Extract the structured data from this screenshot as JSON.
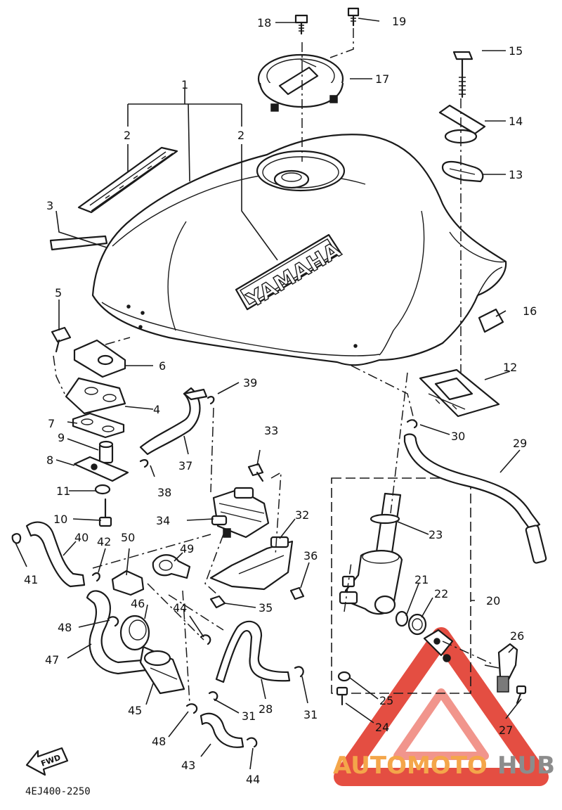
{
  "diagram": {
    "emblem_text": "YAMAHA",
    "forward_label": "FWD",
    "drawing_code": "4EJ400-2250",
    "watermark": {
      "part1": "AUTOMOTO",
      "part2": "HUB",
      "color1": "#f4a64a",
      "color2": "#8c8c8c",
      "logo_color": "#e23b2e"
    },
    "callouts": [
      {
        "id": "c1",
        "label": "1"
      },
      {
        "id": "c2a",
        "label": "2"
      },
      {
        "id": "c2b",
        "label": "2"
      },
      {
        "id": "c3",
        "label": "3"
      },
      {
        "id": "c4",
        "label": "4"
      },
      {
        "id": "c5",
        "label": "5"
      },
      {
        "id": "c6",
        "label": "6"
      },
      {
        "id": "c7",
        "label": "7"
      },
      {
        "id": "c8",
        "label": "8"
      },
      {
        "id": "c9",
        "label": "9"
      },
      {
        "id": "c10",
        "label": "10"
      },
      {
        "id": "c11",
        "label": "11"
      },
      {
        "id": "c12",
        "label": "12"
      },
      {
        "id": "c13",
        "label": "13"
      },
      {
        "id": "c14",
        "label": "14"
      },
      {
        "id": "c15",
        "label": "15"
      },
      {
        "id": "c16",
        "label": "16"
      },
      {
        "id": "c17",
        "label": "17"
      },
      {
        "id": "c18",
        "label": "18"
      },
      {
        "id": "c19",
        "label": "19"
      },
      {
        "id": "c20",
        "label": "20"
      },
      {
        "id": "c21",
        "label": "21"
      },
      {
        "id": "c22",
        "label": "22"
      },
      {
        "id": "c23",
        "label": "23"
      },
      {
        "id": "c24",
        "label": "24"
      },
      {
        "id": "c25",
        "label": "25"
      },
      {
        "id": "c26",
        "label": "26"
      },
      {
        "id": "c27",
        "label": "27"
      },
      {
        "id": "c28",
        "label": "28"
      },
      {
        "id": "c29",
        "label": "29"
      },
      {
        "id": "c30",
        "label": "30"
      },
      {
        "id": "c31a",
        "label": "31"
      },
      {
        "id": "c31b",
        "label": "31"
      },
      {
        "id": "c32",
        "label": "32"
      },
      {
        "id": "c33",
        "label": "33"
      },
      {
        "id": "c34",
        "label": "34"
      },
      {
        "id": "c35",
        "label": "35"
      },
      {
        "id": "c36",
        "label": "36"
      },
      {
        "id": "c37",
        "label": "37"
      },
      {
        "id": "c38",
        "label": "38"
      },
      {
        "id": "c39",
        "label": "39"
      },
      {
        "id": "c40",
        "label": "40"
      },
      {
        "id": "c41",
        "label": "41"
      },
      {
        "id": "c42",
        "label": "42"
      },
      {
        "id": "c43",
        "label": "43"
      },
      {
        "id": "c44a",
        "label": "44"
      },
      {
        "id": "c44b",
        "label": "44"
      },
      {
        "id": "c45",
        "label": "45"
      },
      {
        "id": "c46",
        "label": "46"
      },
      {
        "id": "c47",
        "label": "47"
      },
      {
        "id": "c48a",
        "label": "48"
      },
      {
        "id": "c48b",
        "label": "48"
      },
      {
        "id": "c49",
        "label": "49"
      },
      {
        "id": "c50",
        "label": "50"
      }
    ]
  }
}
